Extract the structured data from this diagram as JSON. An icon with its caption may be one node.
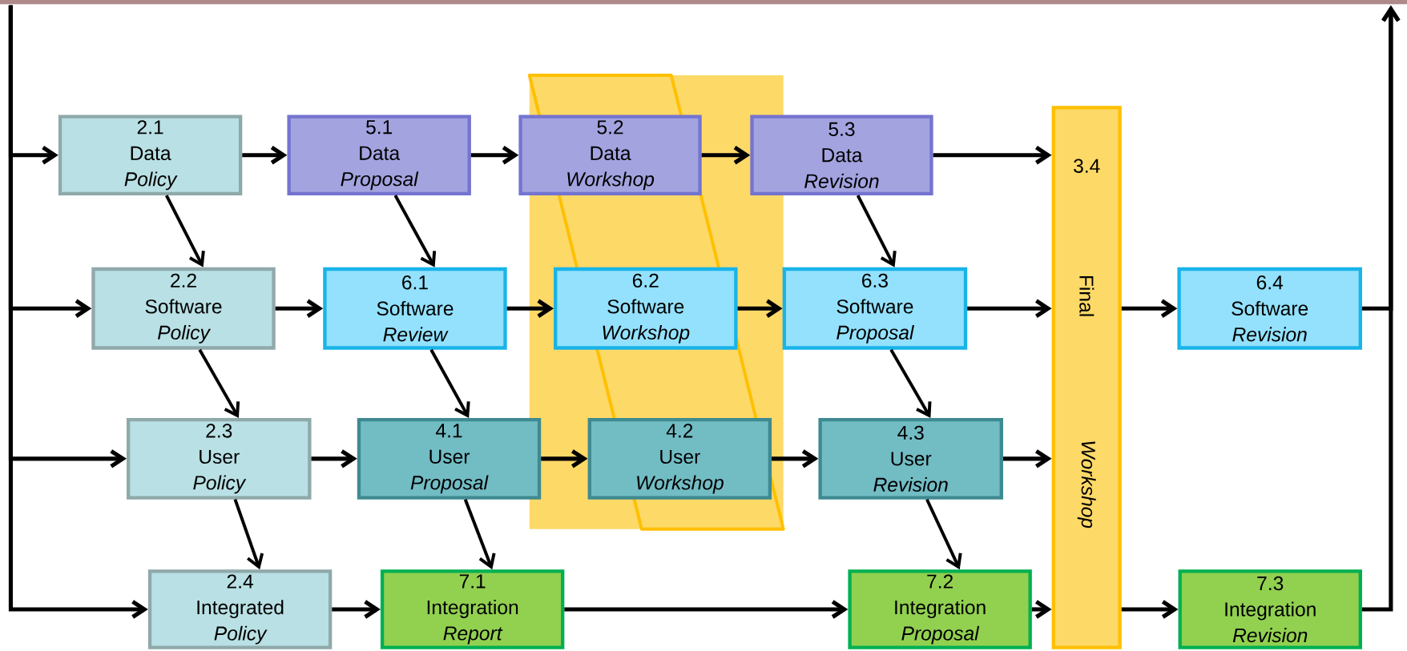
{
  "diagram": {
    "nodes": [
      {
        "text": [
          "2.1",
          "Data",
          "Policy"
        ]
      },
      {
        "text": [
          "5.1",
          "Data",
          "Proposal"
        ]
      },
      {
        "text": [
          "5.2",
          "Data",
          "Workshop"
        ]
      },
      {
        "text": [
          "5.3",
          "Data",
          "Revision"
        ]
      },
      {
        "text": [
          "3.4",
          "Final",
          "Workshop"
        ]
      },
      {
        "text": [
          "2.2",
          "Software",
          "Policy"
        ]
      },
      {
        "text": [
          "6.1",
          "Software",
          "Review"
        ]
      },
      {
        "text": [
          "6.2",
          "Software",
          "Workshop"
        ]
      },
      {
        "text": [
          "6.3",
          "Software",
          "Proposal"
        ]
      },
      {
        "text": [
          "6.4",
          "Software",
          "Revision"
        ]
      },
      {
        "text": [
          "2.3",
          "User",
          "Policy"
        ]
      },
      {
        "text": [
          "4.1",
          "User",
          "Proposal"
        ]
      },
      {
        "text": [
          "4.2",
          "User",
          "Workshop"
        ]
      },
      {
        "text": [
          "4.3",
          "User",
          "Revision"
        ]
      },
      {
        "text": [
          "2.4",
          "Integrated",
          "Policy"
        ]
      },
      {
        "text": [
          "7.1",
          "Integration",
          "Report"
        ]
      },
      {
        "text": [
          "7.2",
          "Integration",
          "Proposal"
        ]
      },
      {
        "text": [
          "7.3",
          "Integration",
          "Revision"
        ]
      }
    ],
    "edges": [
      {
        "from": 0,
        "to": 1,
        "arrow": "to"
      },
      {
        "from": 1,
        "to": 2,
        "arrow": "to"
      },
      {
        "from": 2,
        "to": 3,
        "arrow": "to"
      },
      {
        "from": 3,
        "to": 4,
        "arrow": "to"
      },
      {
        "from": 5,
        "to": 6,
        "arrow": "to"
      },
      {
        "from": 6,
        "to": 7,
        "arrow": "to"
      },
      {
        "from": 7,
        "to": 8,
        "arrow": "to"
      },
      {
        "from": 8,
        "to": 4,
        "arrow": "to"
      },
      {
        "from": 4,
        "to": 9,
        "arrow": "to"
      },
      {
        "from": 10,
        "to": 11,
        "arrow": "to"
      },
      {
        "from": 11,
        "to": 12,
        "arrow": "to"
      },
      {
        "from": 12,
        "to": 13,
        "arrow": "to"
      },
      {
        "from": 13,
        "to": 4,
        "arrow": "to"
      },
      {
        "from": 14,
        "to": 15,
        "arrow": "to"
      },
      {
        "from": 15,
        "to": 16,
        "arrow": "to"
      },
      {
        "from": 16,
        "to": 4,
        "arrow": "to"
      },
      {
        "from": 4,
        "to": 17,
        "arrow": "to"
      },
      {
        "from": 0,
        "to": 5,
        "arrow": "to"
      },
      {
        "from": 1,
        "to": 6,
        "arrow": "to"
      },
      {
        "from": 3,
        "to": 8,
        "arrow": "to"
      },
      {
        "from": 5,
        "to": 10,
        "arrow": "to"
      },
      {
        "from": 6,
        "to": 11,
        "arrow": "to"
      },
      {
        "from": 8,
        "to": 13,
        "arrow": "to"
      },
      {
        "from": 10,
        "to": 14,
        "arrow": "to"
      },
      {
        "from": 11,
        "to": 15,
        "arrow": "to"
      },
      {
        "from": 13,
        "to": 16,
        "arrow": "to"
      },
      {
        "from": null,
        "to": 0,
        "arrow": "to"
      },
      {
        "from": null,
        "to": 5,
        "arrow": "to"
      },
      {
        "from": null,
        "to": 10,
        "arrow": "to"
      },
      {
        "from": null,
        "to": 14,
        "arrow": "to"
      },
      {
        "from": 9,
        "to": null,
        "arrow": "to"
      },
      {
        "from": 17,
        "to": null,
        "arrow": "to"
      }
    ]
  }
}
